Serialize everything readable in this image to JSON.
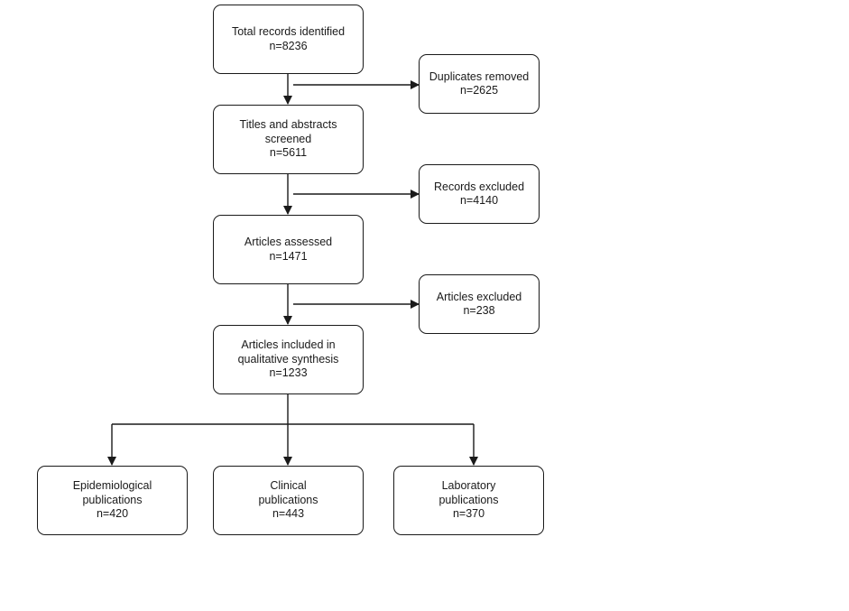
{
  "nodes": {
    "total_records": {
      "line1": "Total records identified",
      "line2": "n=8236"
    },
    "duplicates_removed": {
      "line1": "Duplicates removed",
      "line2": "n=2625"
    },
    "titles_screened": {
      "line1": "Titles and abstracts",
      "line2": "screened",
      "line3": "n=5611"
    },
    "records_excluded": {
      "line1": "Records excluded",
      "line2": "n=4140"
    },
    "articles_assessed": {
      "line1": "Articles assessed",
      "line2": "n=1471"
    },
    "articles_excluded": {
      "line1": "Articles excluded",
      "line2": "n=238"
    },
    "articles_included": {
      "line1": "Articles included in",
      "line2": "qualitative synthesis",
      "line3": "n=1233"
    },
    "epidemiological": {
      "line1": "Epidemiological",
      "line2": "publications",
      "line3": "n=420"
    },
    "clinical": {
      "line1": "Clinical",
      "line2": "publications",
      "line3": "n=443"
    },
    "laboratory": {
      "line1": "Laboratory",
      "line2": "publications",
      "line3": "n=370"
    }
  },
  "colors": {
    "stroke": "#1a1a1a",
    "background": "#ffffff"
  }
}
